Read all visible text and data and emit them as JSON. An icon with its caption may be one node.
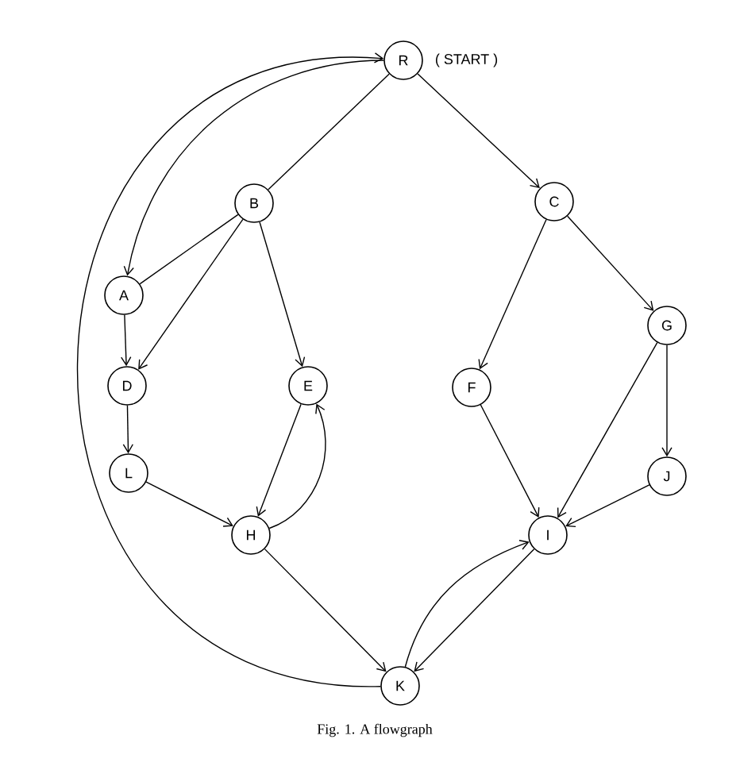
{
  "diagram": {
    "caption": "Fig. 1.  A flowgraph",
    "nodes": [
      {
        "text": [
          "R"
        ],
        "beside": [
          "( START )"
        ]
      },
      {
        "text": [
          "B"
        ]
      },
      {
        "text": [
          "C"
        ]
      },
      {
        "text": [
          "A"
        ]
      },
      {
        "text": [
          "G"
        ]
      },
      {
        "text": [
          "D"
        ]
      },
      {
        "text": [
          "E"
        ]
      },
      {
        "text": [
          "F"
        ]
      },
      {
        "text": [
          "L"
        ]
      },
      {
        "text": [
          "J"
        ]
      },
      {
        "text": [
          "H"
        ]
      },
      {
        "text": [
          "I"
        ]
      },
      {
        "text": [
          "K"
        ]
      }
    ],
    "edges": [
      {
        "from": 0,
        "to": 2,
        "arrow": "to"
      },
      {
        "from": 0,
        "to": 1,
        "arrow": "none"
      },
      {
        "from": 0,
        "to": 3,
        "arrow": "to"
      },
      {
        "from": 12,
        "to": 0,
        "arrow": "to"
      },
      {
        "from": 1,
        "to": 3,
        "arrow": "none"
      },
      {
        "from": 1,
        "to": 5,
        "arrow": "to"
      },
      {
        "from": 1,
        "to": 6,
        "arrow": "to"
      },
      {
        "from": 3,
        "to": 5,
        "arrow": "to"
      },
      {
        "from": 5,
        "to": 8,
        "arrow": "to"
      },
      {
        "from": 8,
        "to": 10,
        "arrow": "to"
      },
      {
        "from": 6,
        "to": 10,
        "arrow": "to"
      },
      {
        "from": 10,
        "to": 6,
        "arrow": "to"
      },
      {
        "from": 10,
        "to": 12,
        "arrow": "to"
      },
      {
        "from": 2,
        "to": 7,
        "arrow": "to"
      },
      {
        "from": 2,
        "to": 4,
        "arrow": "to"
      },
      {
        "from": 4,
        "to": 9,
        "arrow": "to"
      },
      {
        "from": 4,
        "to": 11,
        "arrow": "to"
      },
      {
        "from": 7,
        "to": 11,
        "arrow": "to"
      },
      {
        "from": 9,
        "to": 11,
        "arrow": "to"
      },
      {
        "from": 11,
        "to": 12,
        "arrow": "to"
      },
      {
        "from": 12,
        "to": 11,
        "arrow": "to"
      }
    ]
  }
}
